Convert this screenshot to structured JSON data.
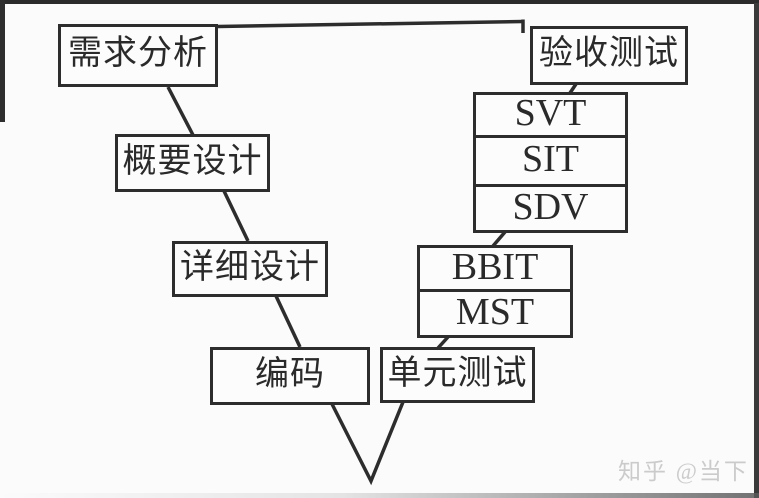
{
  "diagram": {
    "type": "v-model-flowchart",
    "boxes": [
      {
        "id": "requirements-analysis",
        "label": "需求分析"
      },
      {
        "id": "high-level-design",
        "label": "概要设计"
      },
      {
        "id": "detailed-design",
        "label": "详细设计"
      },
      {
        "id": "coding",
        "label": "编码"
      },
      {
        "id": "unit-test",
        "label": "单元测试"
      },
      {
        "id": "bbit",
        "label": "BBIT"
      },
      {
        "id": "mst",
        "label": "MST"
      },
      {
        "id": "svt",
        "label": "SVT"
      },
      {
        "id": "sit",
        "label": "SIT"
      },
      {
        "id": "sdv",
        "label": "SDV"
      },
      {
        "id": "acceptance-test",
        "label": "验收测试"
      }
    ],
    "colors": {
      "line": "#2d2d2d",
      "background": "#fbfbfb",
      "frame_edge": "#2e2e2e",
      "watermark": "#cbcbcb"
    }
  },
  "watermark": {
    "text": "知乎 @当下"
  }
}
